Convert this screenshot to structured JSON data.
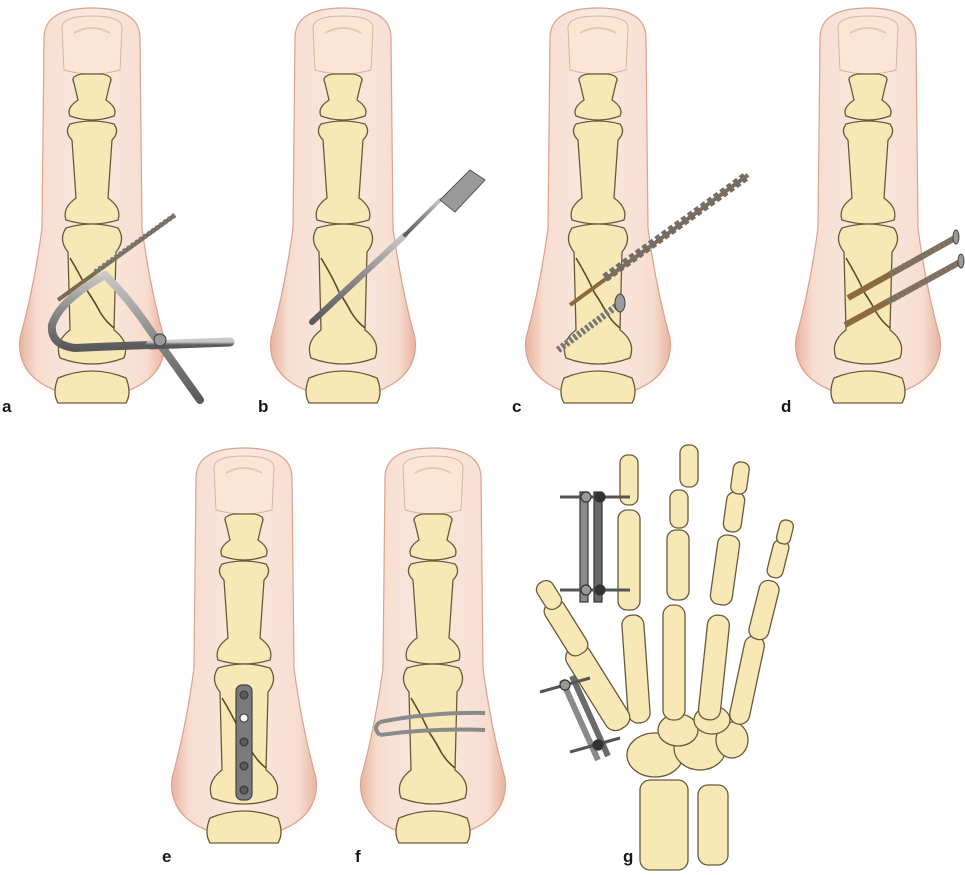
{
  "figure": {
    "panels": [
      {
        "id": "a",
        "label": "a",
        "instrument": "bone-reduction-clamp"
      },
      {
        "id": "b",
        "label": "b",
        "instrument": "drill-sleeve"
      },
      {
        "id": "c",
        "label": "c",
        "instrument": "drill-bit-and-lag-screw"
      },
      {
        "id": "d",
        "label": "d",
        "instrument": "two-lag-screws"
      },
      {
        "id": "e",
        "label": "e",
        "instrument": "plate"
      },
      {
        "id": "f",
        "label": "f",
        "instrument": "cerclage-wire"
      },
      {
        "id": "g",
        "label": "g",
        "instrument": "external-fixators"
      }
    ]
  },
  "colors": {
    "skin": "#f6d9cb",
    "skin_edge": "#d9a38f",
    "bone": "#f7e8b6",
    "bone_edge": "#6a5a3a",
    "nail": "#fbe6d6",
    "metal": "#8a8a8a",
    "metal_dark": "#4a4a4a",
    "screw_bronze": "#8a6a3e",
    "fracture": "#5a4a2a"
  }
}
